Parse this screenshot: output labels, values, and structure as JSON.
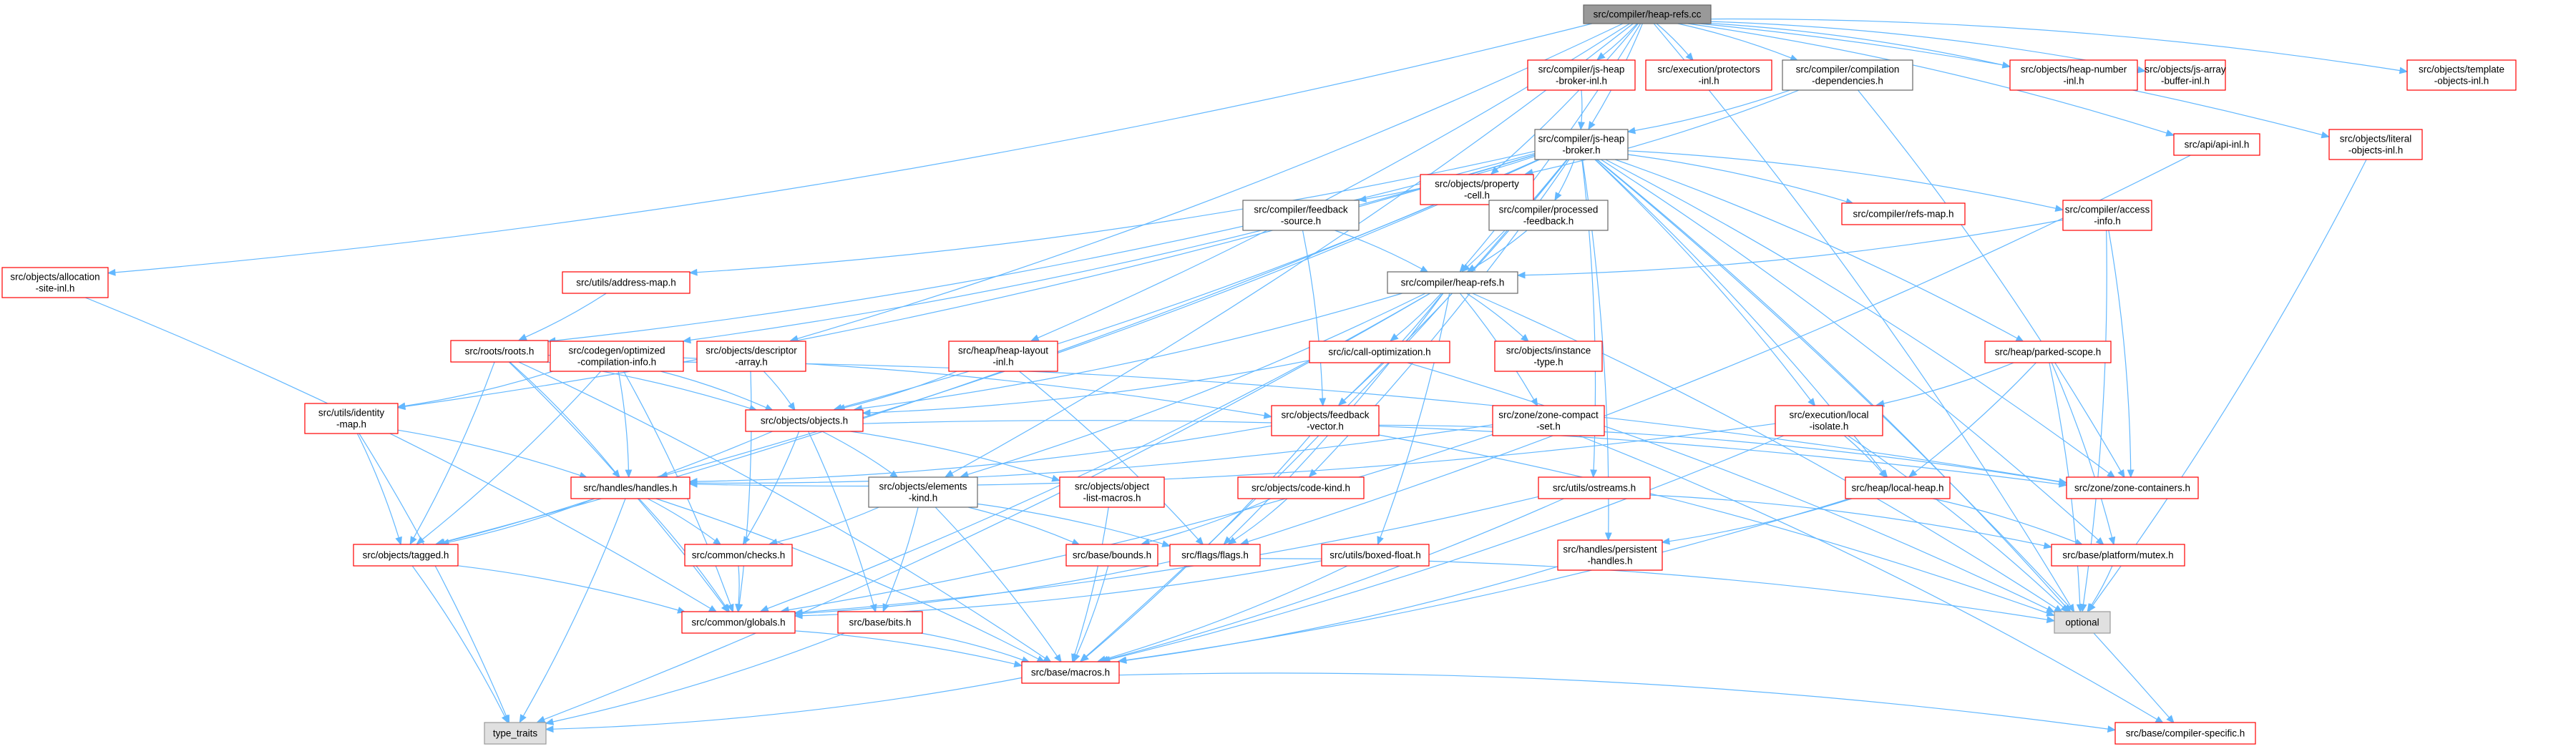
{
  "title": "src/compiler/heap-refs.cc",
  "colors": {
    "edge": "#63b8ff",
    "root_fill": "#999999",
    "root_border": "#666666",
    "missing_border": "#ff0000",
    "normal_border": "#666666",
    "system_fill": "#e0e0e0",
    "system_border": "#999999"
  },
  "nodes": [
    {
      "id": "root",
      "style": "root",
      "lines": [
        "src/compiler/heap-refs.cc"
      ]
    },
    {
      "id": "alloc",
      "style": "missing",
      "lines": [
        "src/objects/allocation",
        "-site-inl.h"
      ]
    },
    {
      "id": "jsbroker_inl",
      "style": "missing",
      "lines": [
        "src/compiler/js-heap",
        "-broker-inl.h"
      ]
    },
    {
      "id": "protectors",
      "style": "missing",
      "lines": [
        "src/execution/protectors",
        "-inl.h"
      ]
    },
    {
      "id": "comp_dep",
      "style": "normal",
      "lines": [
        "src/compiler/compilation",
        "-dependencies.h"
      ]
    },
    {
      "id": "heapnum",
      "style": "missing",
      "lines": [
        "src/objects/heap-number",
        "-inl.h"
      ]
    },
    {
      "id": "jsarray",
      "style": "missing",
      "lines": [
        "src/objects/js-array",
        "-buffer-inl.h"
      ]
    },
    {
      "id": "template",
      "style": "missing",
      "lines": [
        "src/objects/template",
        "-objects-inl.h"
      ]
    },
    {
      "id": "propcell",
      "style": "missing",
      "lines": [
        "src/objects/property",
        "-cell.h"
      ]
    },
    {
      "id": "jsbroker",
      "style": "normal",
      "lines": [
        "src/compiler/js-heap",
        "-broker.h"
      ]
    },
    {
      "id": "apiinl",
      "style": "missing",
      "lines": [
        "src/api/api-inl.h"
      ]
    },
    {
      "id": "literal",
      "style": "missing",
      "lines": [
        "src/objects/literal",
        "-objects-inl.h"
      ]
    },
    {
      "id": "fbsrc",
      "style": "normal",
      "lines": [
        "src/compiler/feedback",
        "-source.h"
      ]
    },
    {
      "id": "procfb",
      "style": "normal",
      "lines": [
        "src/compiler/processed",
        "-feedback.h"
      ]
    },
    {
      "id": "refsmap",
      "style": "missing",
      "lines": [
        "src/compiler/refs-map.h"
      ]
    },
    {
      "id": "access",
      "style": "missing",
      "lines": [
        "src/compiler/access",
        "-info.h"
      ]
    },
    {
      "id": "addrmap",
      "style": "missing",
      "lines": [
        "src/utils/address-map.h"
      ]
    },
    {
      "id": "heaprefs",
      "style": "normal",
      "lines": [
        "src/compiler/heap-refs.h"
      ]
    },
    {
      "id": "roots",
      "style": "missing",
      "lines": [
        "src/roots/roots.h"
      ]
    },
    {
      "id": "codegen",
      "style": "missing",
      "lines": [
        "src/codegen/optimized",
        "-compilation-info.h"
      ]
    },
    {
      "id": "descarr",
      "style": "missing",
      "lines": [
        "src/objects/descriptor",
        "-array.h"
      ]
    },
    {
      "id": "hlayout",
      "style": "missing",
      "lines": [
        "src/heap/heap-layout",
        "-inl.h"
      ]
    },
    {
      "id": "callopt",
      "style": "missing",
      "lines": [
        "src/ic/call-optimization.h"
      ]
    },
    {
      "id": "insttype",
      "style": "missing",
      "lines": [
        "src/objects/instance",
        "-type.h"
      ]
    },
    {
      "id": "parked",
      "style": "missing",
      "lines": [
        "src/heap/parked-scope.h"
      ]
    },
    {
      "id": "identity",
      "style": "missing",
      "lines": [
        "src/utils/identity",
        "-map.h"
      ]
    },
    {
      "id": "objects",
      "style": "missing",
      "lines": [
        "src/objects/objects.h"
      ]
    },
    {
      "id": "fbvec",
      "style": "missing",
      "lines": [
        "src/objects/feedback",
        "-vector.h"
      ]
    },
    {
      "id": "zcset",
      "style": "missing",
      "lines": [
        "src/zone/zone-compact",
        "-set.h"
      ]
    },
    {
      "id": "locisol",
      "style": "missing",
      "lines": [
        "src/execution/local",
        "-isolate.h"
      ]
    },
    {
      "id": "handles",
      "style": "missing",
      "lines": [
        "src/handles/handles.h"
      ]
    },
    {
      "id": "elemkind",
      "style": "normal",
      "lines": [
        "src/objects/elements",
        "-kind.h"
      ]
    },
    {
      "id": "objlist",
      "style": "missing",
      "lines": [
        "src/objects/object",
        "-list-macros.h"
      ]
    },
    {
      "id": "codekind",
      "style": "missing",
      "lines": [
        "src/objects/code-kind.h"
      ]
    },
    {
      "id": "ostreams",
      "style": "missing",
      "lines": [
        "src/utils/ostreams.h"
      ]
    },
    {
      "id": "locheap",
      "style": "missing",
      "lines": [
        "src/heap/local-heap.h"
      ]
    },
    {
      "id": "zcont",
      "style": "missing",
      "lines": [
        "src/zone/zone-containers.h"
      ]
    },
    {
      "id": "tagged",
      "style": "missing",
      "lines": [
        "src/objects/tagged.h"
      ]
    },
    {
      "id": "checks",
      "style": "missing",
      "lines": [
        "src/common/checks.h"
      ]
    },
    {
      "id": "bounds",
      "style": "missing",
      "lines": [
        "src/base/bounds.h"
      ]
    },
    {
      "id": "flags",
      "style": "missing",
      "lines": [
        "src/flags/flags.h"
      ]
    },
    {
      "id": "boxed",
      "style": "missing",
      "lines": [
        "src/utils/boxed-float.h"
      ]
    },
    {
      "id": "phandles",
      "style": "missing",
      "lines": [
        "src/handles/persistent",
        "-handles.h"
      ]
    },
    {
      "id": "mutex",
      "style": "missing",
      "lines": [
        "src/base/platform/mutex.h"
      ]
    },
    {
      "id": "globals",
      "style": "missing",
      "lines": [
        "src/common/globals.h"
      ]
    },
    {
      "id": "bits",
      "style": "missing",
      "lines": [
        "src/base/bits.h"
      ]
    },
    {
      "id": "optional",
      "style": "system",
      "lines": [
        "optional"
      ]
    },
    {
      "id": "macros",
      "style": "missing",
      "lines": [
        "src/base/macros.h"
      ]
    },
    {
      "id": "typetraits",
      "style": "system",
      "lines": [
        "type_traits"
      ]
    },
    {
      "id": "compspec",
      "style": "missing",
      "lines": [
        "src/base/compiler-specific.h"
      ]
    }
  ]
}
